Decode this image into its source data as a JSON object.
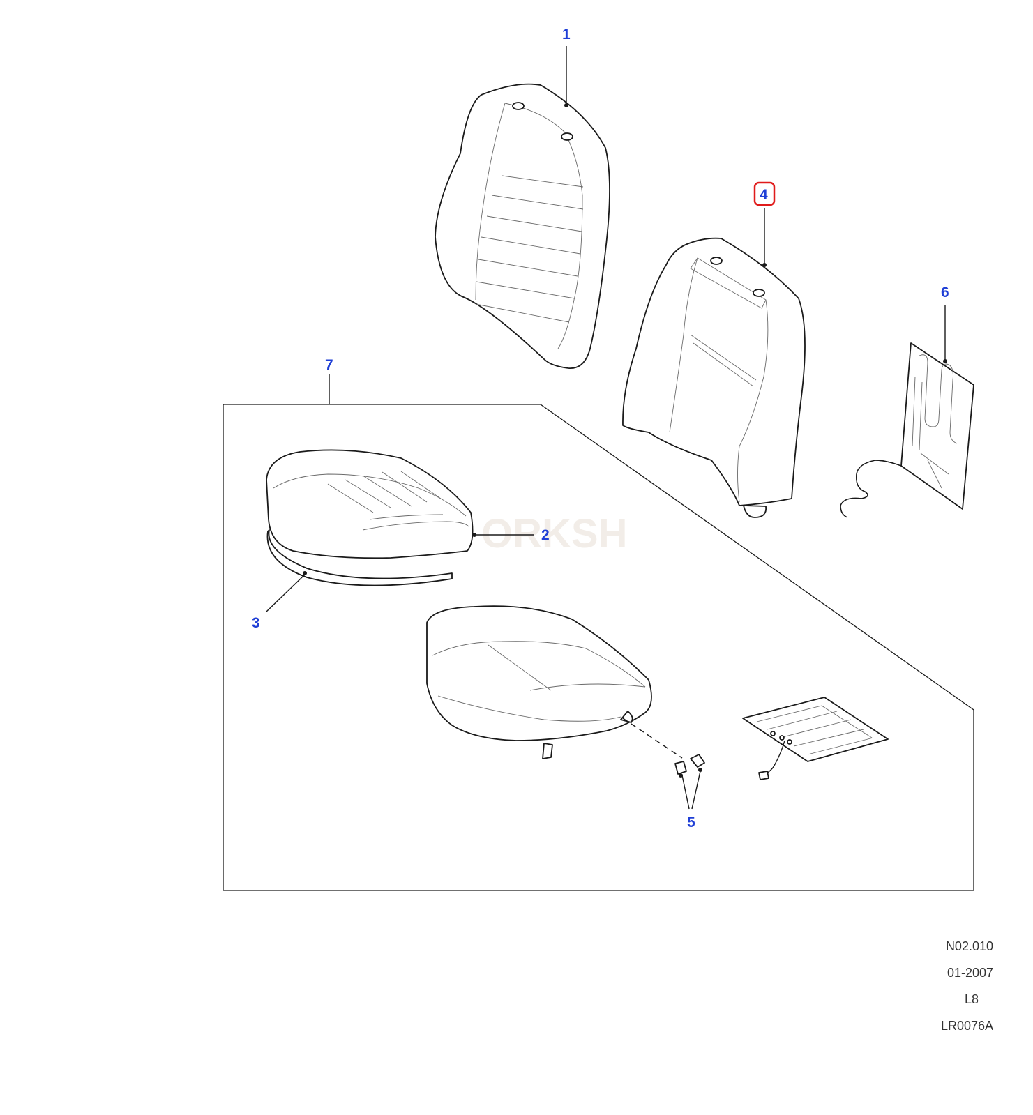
{
  "callouts": {
    "c1": "1",
    "c2": "2",
    "c3": "3",
    "c4": "4",
    "c5": "5",
    "c6": "6",
    "c7": "7"
  },
  "highlighted_callout": "4",
  "footer": {
    "ref": "N02.010",
    "date": "01-2007",
    "variant": "L8",
    "drawing_no": "LR0076A"
  },
  "colors": {
    "callout": "#1f3fd6",
    "highlight": "#e01b1b",
    "line": "#1a1a1a"
  },
  "watermark": "ORKSH"
}
